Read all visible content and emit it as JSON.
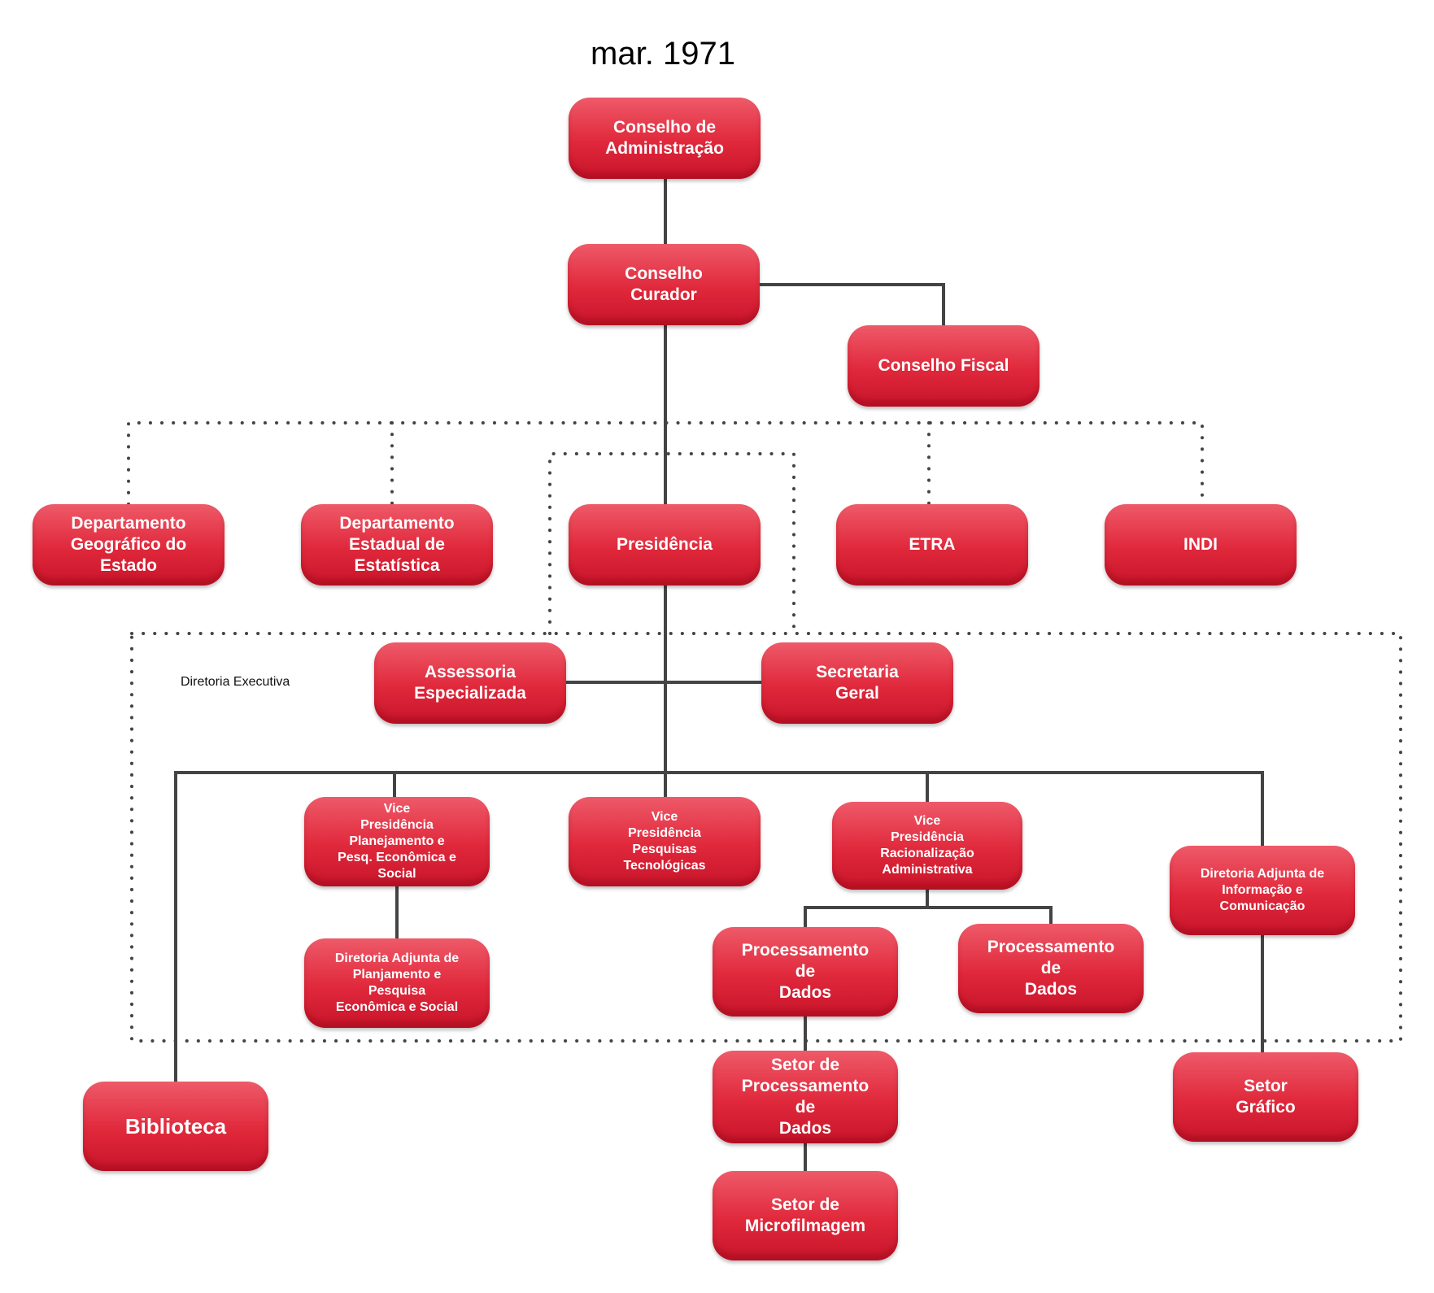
{
  "title": "mar. 1971",
  "region_label": "Diretoria Executiva",
  "colors": {
    "node_fill": "#e0283b",
    "connector": "#444444",
    "dotted": "#444444"
  },
  "nodes": {
    "conselho_administracao": "Conselho de\nAdministração",
    "conselho_curador": "Conselho\nCurador",
    "conselho_fiscal": "Conselho Fiscal",
    "dep_geografico": "Departamento\nGeográfico do\nEstado",
    "dep_estatistica": "Departamento\nEstadual de\nEstatística",
    "presidencia": "Presidência",
    "etra": "ETRA",
    "indi": "INDI",
    "assessoria": "Assessoria\nEspecializada",
    "secretaria": "Secretaria\nGeral",
    "vp_planejamento": "Vice\nPresidência\nPlanejamento e\nPesq. Econômica e\nSocial",
    "vp_pesquisas": "Vice\nPresidência\nPesquisas\nTecnológicas",
    "vp_racionalizacao": "Vice\nPresidência\nRacionalização\nAdministrativa",
    "da_informacao": "Diretoria Adjunta de\nInformação e\nComunicação",
    "da_planejamento": "Diretoria Adjunta de\nPlanjamento e\nPesquisa\nEconômica e Social",
    "proc_dados_1": "Processamento\nde\nDados",
    "proc_dados_2": "Processamento\nde\nDados",
    "biblioteca": "Biblioteca",
    "setor_proc_dados": "Setor de\nProcessamento\nde\nDados",
    "setor_grafico": "Setor\nGráfico",
    "setor_microfilmagem": "Setor de\nMicrofilmagem"
  }
}
